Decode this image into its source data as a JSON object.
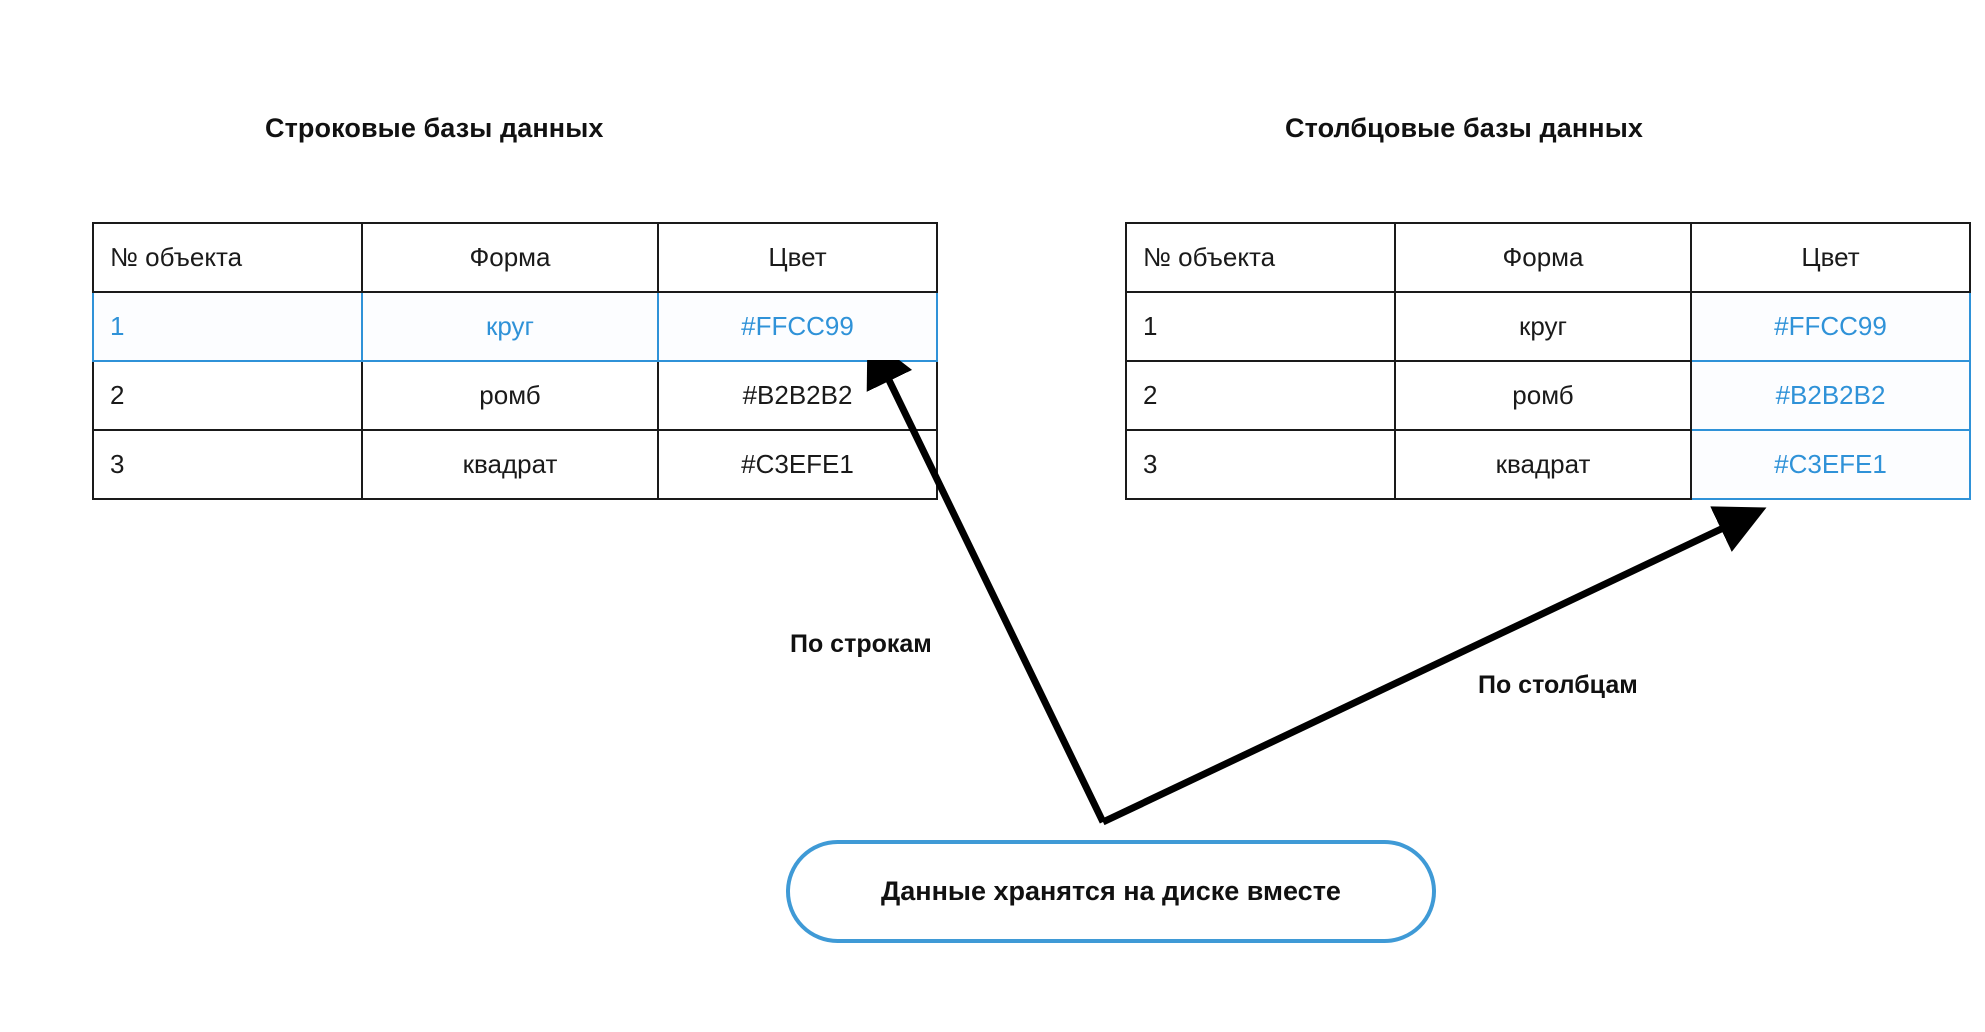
{
  "diagram": {
    "accent_blue": "#2f92d8",
    "callout_border": "#3f9ad6",
    "line_color": "#000000",
    "text_color": "#111111"
  },
  "panels": {
    "left": {
      "title": "Строковые базы данных",
      "highlight_mode": "row",
      "columns": [
        "№ объекта",
        "Форма",
        "Цвет"
      ],
      "rows": [
        {
          "id": "1",
          "shape": "круг",
          "color": "#FFCC99",
          "highlighted": true
        },
        {
          "id": "2",
          "shape": "ромб",
          "color": "#B2B2B2",
          "highlighted": false
        },
        {
          "id": "3",
          "shape": "квадрат",
          "color": "#C3EFE1",
          "highlighted": false
        }
      ]
    },
    "right": {
      "title": "Столбцовые базы данных",
      "highlight_mode": "column",
      "columns": [
        "№ объекта",
        "Форма",
        "Цвет"
      ],
      "rows": [
        {
          "id": "1",
          "shape": "круг",
          "color": "#FFCC99",
          "highlighted": false
        },
        {
          "id": "2",
          "shape": "ромб",
          "color": "#B2B2B2",
          "highlighted": false
        },
        {
          "id": "3",
          "shape": "квадрат",
          "color": "#C3EFE1",
          "highlighted": false
        }
      ]
    }
  },
  "arrows": {
    "rows_label": "По строкам",
    "columns_label": "По столбцам"
  },
  "callout": {
    "text": "Данные хранятся на диске вместе"
  }
}
